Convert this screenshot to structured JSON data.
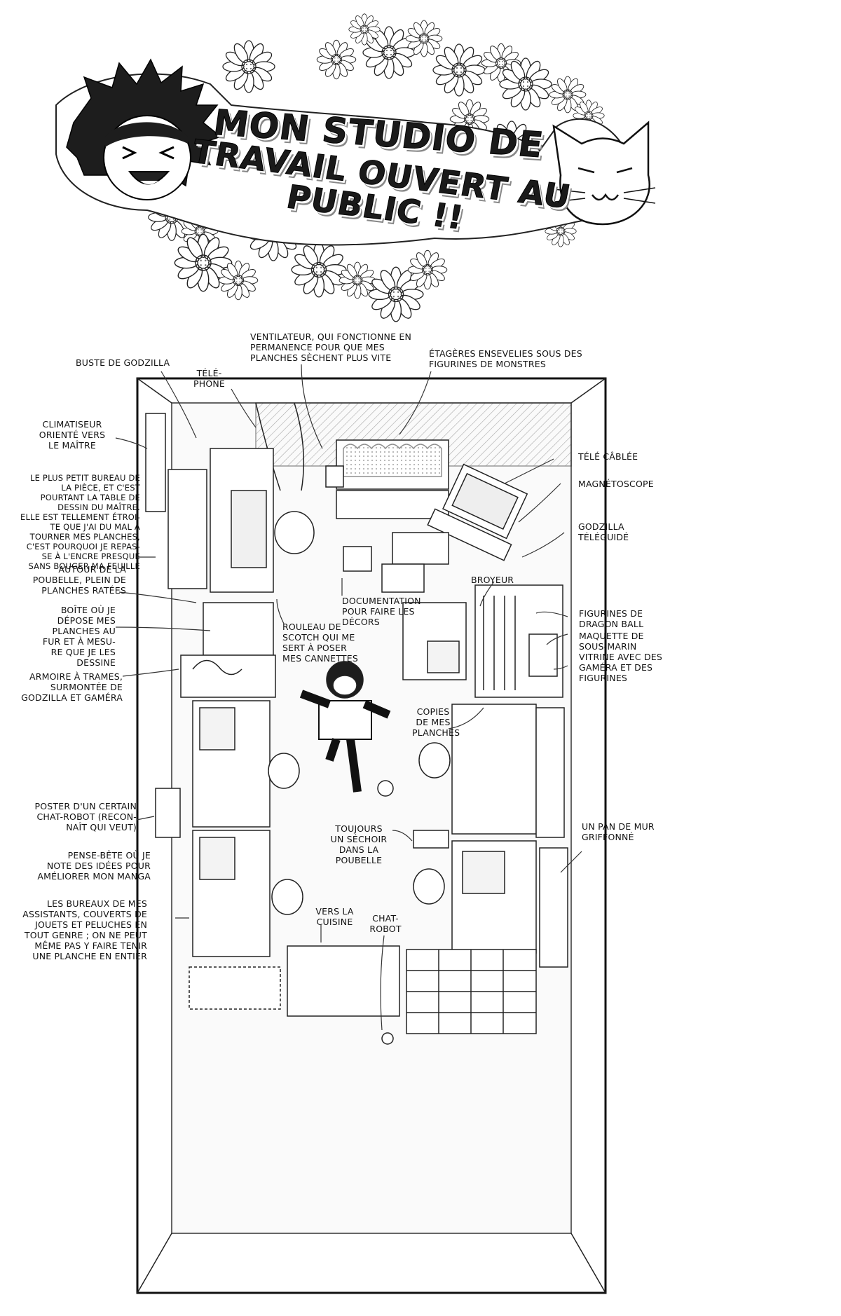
{
  "title": {
    "line1": "MON STUDIO DE",
    "line2": "TRAVAIL OUVERT AU PUBLIC !!"
  },
  "labels": [
    {
      "id": "godzilla-bust",
      "text": "BUSTE DE GODZILLA"
    },
    {
      "id": "telephone",
      "text": "TÉLÉ-\nPHONE"
    },
    {
      "id": "ventilateur",
      "text": "VENTILATEUR, QUI FONCTIONNE EN\nPERMANENCE POUR QUE MES\nPLANCHES SÈCHENT PLUS VITE"
    },
    {
      "id": "etageres",
      "text": "ÉTAGÈRES ENSEVELIES SOUS DES\nFIGURINES DE MONSTRES"
    },
    {
      "id": "climatiseur",
      "text": "CLIMATISEUR\nORIENTÉ VERS\nLE MAÎTRE"
    },
    {
      "id": "bureau",
      "text": "LE PLUS PETIT BUREAU DE\nLA PIÈCE, ET C'EST\nPOURTANT LA TABLE DE\nDESSIN DU MAÎTRE.\nELLE EST TELLEMENT ÉTROI-\nTE QUE J'AI DU MAL À\nTOURNER MES PLANCHES,\nC'EST POURQUOI JE REPAS-\nSE À L'ENCRE PRESQUE\nSANS BOUGER MA FEUILLE"
    },
    {
      "id": "tele-cablee",
      "text": "TÉLÉ CÂBLÉE"
    },
    {
      "id": "magnetoscope",
      "text": "MAGNÉTOSCOPE"
    },
    {
      "id": "godzilla-teleguide",
      "text": "GODZILLA\nTÉLÉGUIDÉ"
    },
    {
      "id": "poubelle",
      "text": "AUTOUR DE LA\nPOUBELLE, PLEIN DE\nPLANCHES RATÉES"
    },
    {
      "id": "broyeur",
      "text": "BROYEUR"
    },
    {
      "id": "documentation",
      "text": "DOCUMENTATION\nPOUR FAIRE LES\nDÉCORS"
    },
    {
      "id": "boite",
      "text": "BOÎTE OÙ JE\nDÉPOSE MES\nPLANCHES AU\nFUR ET À MESU-\nRE QUE JE LES\nDESSINE"
    },
    {
      "id": "scotch",
      "text": "ROULEAU DE\nSCOTCH QUI ME\nSERT À POSER\nMES CANNETTES"
    },
    {
      "id": "dragon-ball",
      "text": "FIGURINES DE\nDRAGON BALL"
    },
    {
      "id": "sous-marin",
      "text": "MAQUETTE DE\nSOUS-MARIN"
    },
    {
      "id": "vitrine",
      "text": "VITRINE AVEC DES\nGAMÉRA ET DES\nFIGURINES"
    },
    {
      "id": "armoire",
      "text": "ARMOIRE À TRAMES,\nSURMONTÉE DE\nGODZILLA ET GAMÉRA"
    },
    {
      "id": "copies",
      "text": "COPIES\nDE MES\nPLANCHES"
    },
    {
      "id": "poster",
      "text": "POSTER D'UN CERTAIN\nCHAT-ROBOT (RECON-\nNAÎT QUI VEUT)"
    },
    {
      "id": "sechoir",
      "text": "TOUJOURS\nUN SÉCHOIR\nDANS LA\nPOUBELLE"
    },
    {
      "id": "mur",
      "text": "UN PAN DE MUR\nGRIFFONNÉ"
    },
    {
      "id": "pense-bete",
      "text": "PENSE-BÊTE OÙ JE\nNOTE DES IDÉES POUR\nAMÉLIORER MON MANGA"
    },
    {
      "id": "assistants",
      "text": "LES BUREAUX DE MES\nASSISTANTS, COUVERTS DE\nJOUETS ET PELUCHES EN\nTOUT GENRE ; ON NE PEUT\nMÊME PAS Y FAIRE TENIR\nUNE PLANCHE EN ENTIER"
    },
    {
      "id": "cuisine",
      "text": "VERS LA\nCUISINE"
    },
    {
      "id": "chat-robot",
      "text": "CHAT-\nROBOT"
    }
  ]
}
